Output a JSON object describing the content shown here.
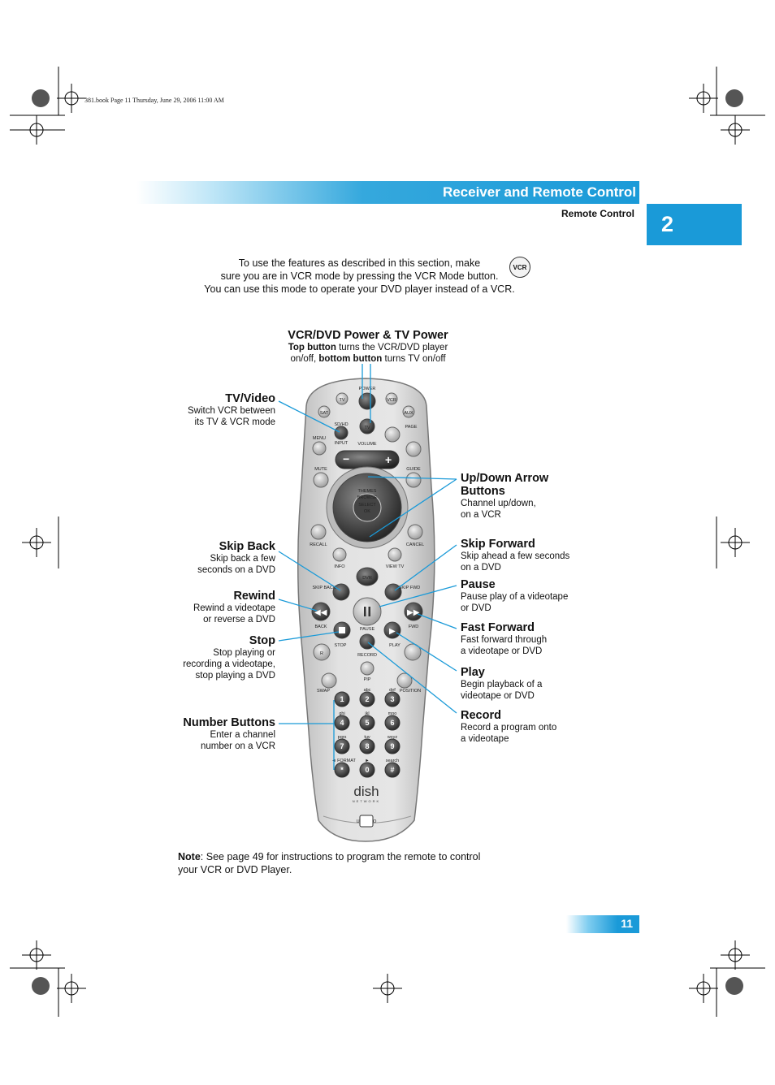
{
  "print_header": "381.book  Page 11  Thursday, June 29, 2006  11:00 AM",
  "section_title": "Receiver and Remote Control",
  "subsection_title": "Remote Control",
  "chapter_number": "2",
  "intro": {
    "line1": "To use the features as described in this section, make",
    "line2": "sure you are in VCR mode by pressing the VCR Mode button.",
    "line3": "You can use this mode to operate your DVD player instead of a VCR.",
    "badge": "VCR"
  },
  "callouts": {
    "power": {
      "title": "VCR/DVD Power & TV Power",
      "bold1": "Top button",
      "text1": " turns the VCR/DVD player",
      "text2": "on/off, ",
      "bold2": "bottom button",
      "text3": " turns TV on/off"
    },
    "tvvideo": {
      "title": "TV/Video",
      "line1": "Switch VCR between",
      "line2": "its TV & VCR mode"
    },
    "skipback": {
      "title": "Skip Back",
      "line1": "Skip back a few",
      "line2": "seconds on a DVD"
    },
    "rewind": {
      "title": "Rewind",
      "line1": "Rewind a videotape",
      "line2": "or reverse a DVD"
    },
    "stop": {
      "title": "Stop",
      "line1": "Stop playing or",
      "line2": "recording a videotape,",
      "line3": "stop playing a DVD"
    },
    "number": {
      "title": "Number Buttons",
      "line1": "Enter a channel",
      "line2": "number on a VCR"
    },
    "updown": {
      "title1": "Up/Down Arrow",
      "title2": "Buttons",
      "line1": "Channel up/down,",
      "line2": "on a VCR"
    },
    "skipfwd": {
      "title": "Skip Forward",
      "line1": "Skip ahead a few seconds",
      "line2": "on a DVD"
    },
    "pause": {
      "title": "Pause",
      "line1": "Pause play of a videotape",
      "line2": "or DVD"
    },
    "fastfwd": {
      "title": "Fast Forward",
      "line1": "Fast forward through",
      "line2": "a videotape or DVD"
    },
    "play": {
      "title": "Play",
      "line1": "Begin playback of a",
      "line2": "videotape or DVD"
    },
    "record": {
      "title": "Record",
      "line1": "Record a program onto",
      "line2": "a videotape"
    }
  },
  "remote": {
    "power": "POWER",
    "tv": "TV",
    "vcr": "VCR",
    "sat": "SAT",
    "aux": "AUX",
    "sdhd": "SD/HD",
    "input": "INPUT",
    "page": "PAGE",
    "menu": "MENU",
    "volume": "VOLUME",
    "mute": "MUTE",
    "guide": "GUIDE",
    "themes": "THEMES",
    "browse": "BROWSE",
    "select": "SELECT",
    "ok": "OK",
    "recall": "RECALL",
    "cancel": "CANCEL",
    "info": "INFO",
    "viewtv": "VIEW TV",
    "dvr": "DVR",
    "skipback": "SKIP BACK",
    "skipfwd": "SKIP FWD",
    "back": "BACK",
    "fwd": "FWD",
    "stop": "STOP",
    "pause": "PAUSE",
    "play": "PLAY",
    "record": "RECORD",
    "r": "R",
    "pip": "PIP",
    "swap": "SWAP",
    "position": "POSITION",
    "keys": [
      "1",
      "2",
      "3",
      "4",
      "5",
      "6",
      "7",
      "8",
      "9",
      "*",
      "0",
      "#"
    ],
    "keylabels": [
      "abc",
      "def",
      "ghi",
      "jkl",
      "mno",
      "pqrs",
      "tuv",
      "wxyz",
      "◄ FORMAT",
      "►",
      "search"
    ],
    "brand": "dish",
    "brand_sub": "NETWORK",
    "uhf": "UHF PRO"
  },
  "note": {
    "bold": "Note",
    "line1": ": See page 49 for instructions to program the remote to control",
    "line2": "your VCR or DVD Player."
  },
  "page_number": "11",
  "colors": {
    "accent": "#1a9ad8",
    "callout_line": "#1a9ad8"
  }
}
